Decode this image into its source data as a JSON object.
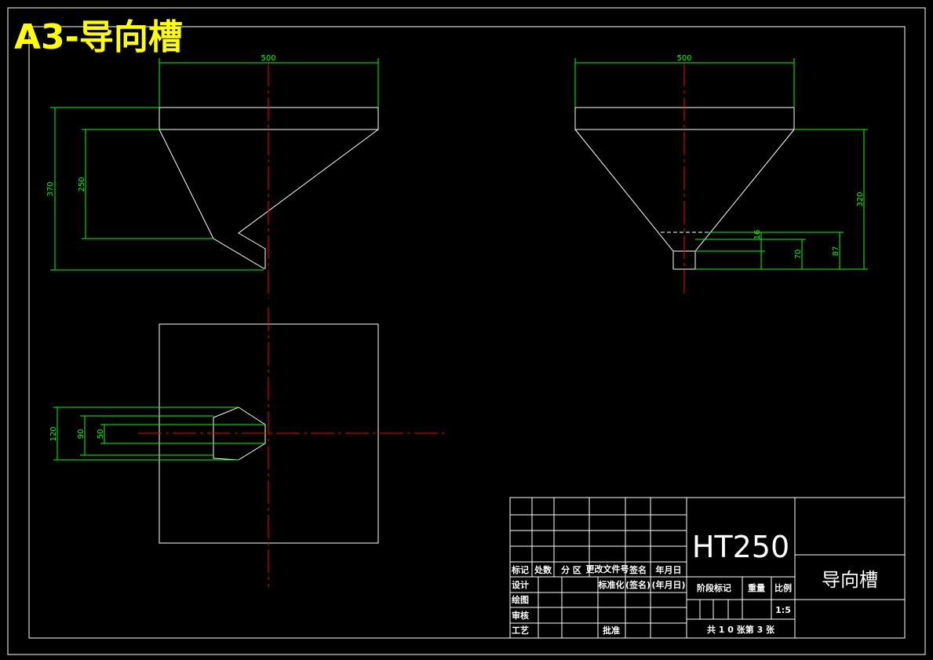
{
  "sheet_title": "A3-导向槽",
  "dimensions": {
    "front_width": "500",
    "side_width": "500",
    "front_total_height": "370",
    "front_inner_height": "250",
    "side_height": "320",
    "side_small_a": "16",
    "side_small_b": "70",
    "side_small_c": "87",
    "plan_outer": "120",
    "plan_mid": "90",
    "plan_inner": "50"
  },
  "title_block": {
    "material": "HT250",
    "part_name": "导向槽",
    "hdr_mark": "标记",
    "hdr_count": "处数",
    "hdr_zone": "分 区",
    "hdr_change_doc": "更改文件号",
    "hdr_sign": "签名",
    "hdr_date": "年月日",
    "row_design": "设计",
    "row_standard": "标准化",
    "row_sign_name": "(签名)",
    "row_sign_date": "(年月日)",
    "row_draw": "绘图",
    "row_check": "审核",
    "row_process": "工艺",
    "row_approve": "批准",
    "stage_mark": "阶段标记",
    "weight": "重量",
    "scale_label": "比例",
    "scale_value": "1:5",
    "sheet_count": "共 1 0 张第 3 张"
  },
  "colors": {
    "background": "#000000",
    "outline": "#ffffff",
    "dimension": "#00ff00",
    "centerline": "#ff0000",
    "title": "#ffff00"
  }
}
